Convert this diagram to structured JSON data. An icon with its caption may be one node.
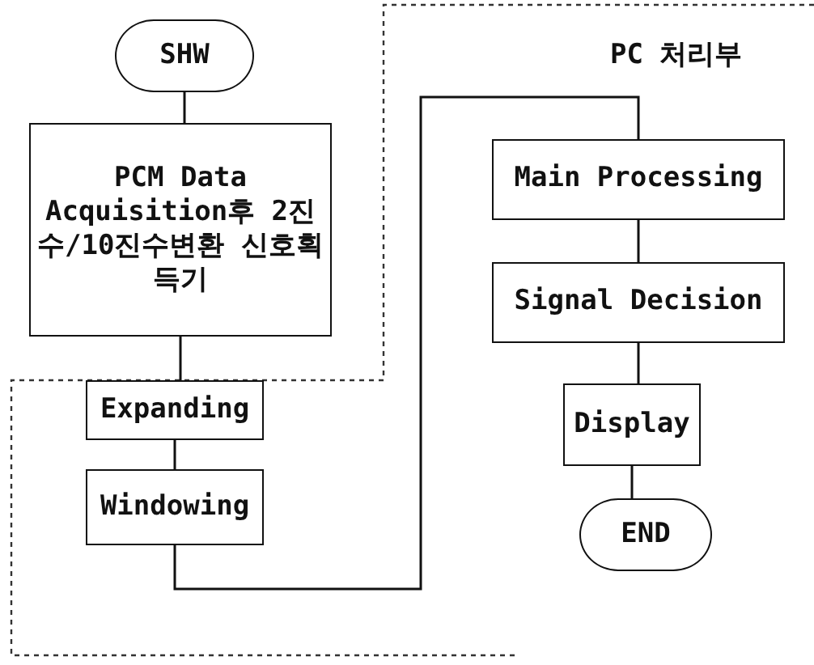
{
  "diagram": {
    "nodes": [
      {
        "text": [
          "SHW"
        ]
      },
      {
        "text": [
          "PCM Data Acquisition후 2진수/10진수변환 신호획득기"
        ]
      },
      {
        "text": [
          "Expanding"
        ]
      },
      {
        "text": [
          "Windowing"
        ]
      },
      {
        "text": [
          "Main Processing"
        ]
      },
      {
        "text": [
          "Signal Decision"
        ]
      },
      {
        "text": [
          "Display"
        ]
      },
      {
        "text": [
          "END"
        ]
      }
    ],
    "edges": [
      {
        "from": 0,
        "to": 1,
        "arrow": "none"
      },
      {
        "from": 1,
        "to": 2,
        "arrow": "none"
      },
      {
        "from": 2,
        "to": 3,
        "arrow": "none"
      },
      {
        "from": 3,
        "to": 4,
        "arrow": "none"
      },
      {
        "from": 4,
        "to": 5,
        "arrow": "none"
      },
      {
        "from": 5,
        "to": 6,
        "arrow": "none"
      },
      {
        "from": 6,
        "to": 7,
        "arrow": "none"
      }
    ],
    "labels": [
      "PC 처리부"
    ]
  }
}
